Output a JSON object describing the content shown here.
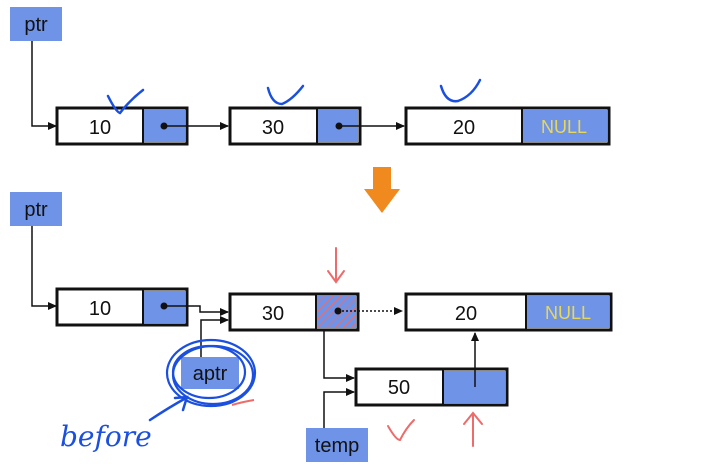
{
  "colors": {
    "pointer_fill": "#6f93e6",
    "node_border": "#111111",
    "null_text": "#e8d85a",
    "arrow_down": "#f08a1e",
    "annotation_blue": "#1b4fe0",
    "annotation_red": "#ee6b6b",
    "pointer_box": "#6f93e6"
  },
  "top": {
    "ptr_label": "ptr",
    "nodes": [
      {
        "value": "10",
        "next": "pointer"
      },
      {
        "value": "30",
        "next": "pointer"
      },
      {
        "value": "20",
        "next": "NULL"
      }
    ]
  },
  "bottom": {
    "ptr_label": "ptr",
    "nodes": [
      {
        "value": "10",
        "next": "pointer"
      },
      {
        "value": "30",
        "next": "pointer"
      },
      {
        "value": "20",
        "next": "NULL"
      },
      {
        "value": "50",
        "next": "pointer"
      }
    ],
    "aptr_label": "aptr",
    "temp_label": "temp"
  },
  "annotation": {
    "before_text": "before",
    "icons": [
      "check-mark-icon",
      "down-arrow-icon",
      "up-arrow-icon",
      "circle-icon"
    ]
  }
}
